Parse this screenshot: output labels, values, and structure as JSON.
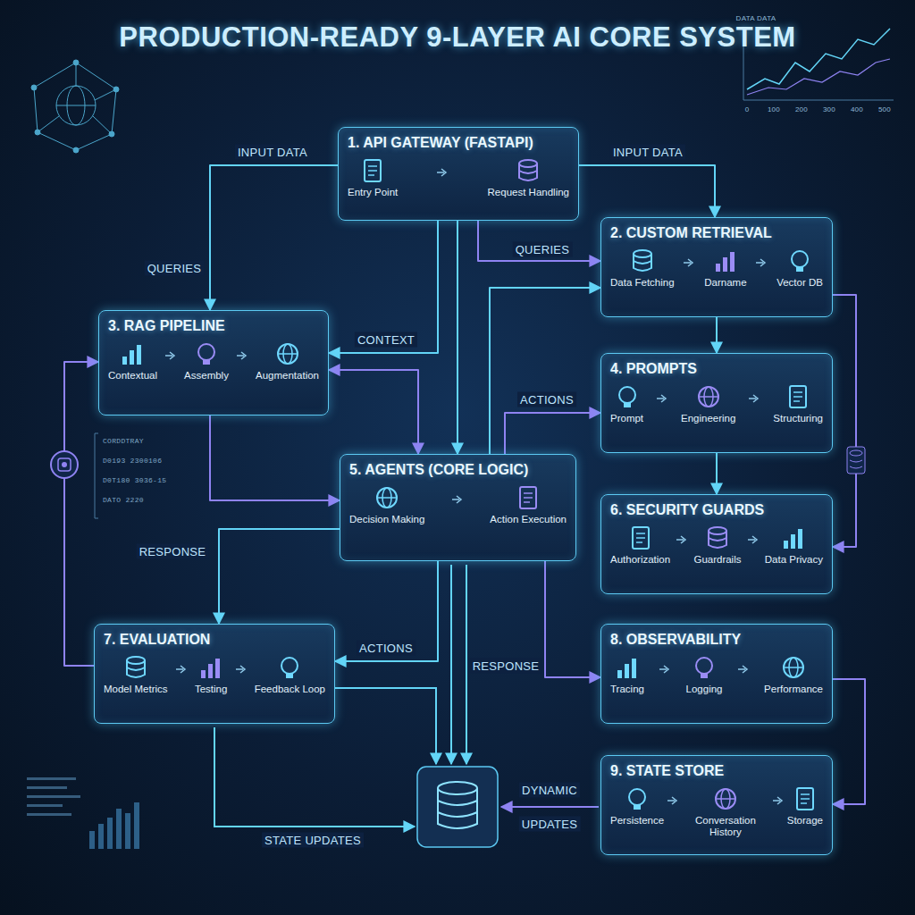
{
  "diagram": {
    "title": "PRODUCTION-READY 9-LAYER AI CORE SYSTEM",
    "nodes": [
      {
        "text": [
          "1. API GATEWAY (FASTAPI)",
          "Entry Point",
          "Request Handling"
        ]
      },
      {
        "text": [
          "2. CUSTOM RETRIEVAL",
          "Data Fetching",
          "Darname",
          "Vector DB"
        ]
      },
      {
        "text": [
          "3. RAG PIPELINE",
          "Contextual",
          "Assembly",
          "Augmentation"
        ]
      },
      {
        "text": [
          "4. PROMPTS",
          "Prompt",
          "Engineering",
          "Structuring"
        ]
      },
      {
        "text": [
          "5. AGENTS (CORE LOGIC)",
          "Decision Making",
          "Action Execution"
        ]
      },
      {
        "text": [
          "6. SECURITY GUARDS",
          "Authorization",
          "Guardrails",
          "Data Privacy"
        ]
      },
      {
        "text": [
          "7. EVALUATION",
          "Model Metrics",
          "Testing",
          "Feedback Loop"
        ]
      },
      {
        "text": [
          "8. OBSERVABILITY",
          "Tracing",
          "Logging",
          "Performance"
        ]
      },
      {
        "text": [
          "9. STATE STORE",
          "Persistence",
          "Conversation History",
          "Storage"
        ]
      }
    ],
    "edges": [
      {
        "from": 0,
        "to": 2,
        "arrow": "to",
        "label": "QUERIES"
      },
      {
        "from": 0,
        "to": 1,
        "arrow": "to",
        "label": "INPUT DATA"
      },
      {
        "from": 0,
        "to": 1,
        "arrow": "to",
        "label": "QUERIES"
      },
      {
        "from": 1,
        "to": 3,
        "arrow": "to"
      },
      {
        "from": 3,
        "to": 5,
        "arrow": "to"
      },
      {
        "from": 1,
        "to": 5,
        "arrow": "to"
      },
      {
        "from": 0,
        "to": 4,
        "arrow": "to"
      },
      {
        "from": 0,
        "to": 2,
        "arrow": "to",
        "label": "CONTEXT"
      },
      {
        "from": 2,
        "to": 4,
        "arrow": "both"
      },
      {
        "from": 4,
        "to": 1,
        "arrow": "to"
      },
      {
        "from": 4,
        "to": 3,
        "arrow": "to",
        "label": "ACTIONS"
      },
      {
        "from": 2,
        "to": 4,
        "arrow": "to"
      },
      {
        "from": 4,
        "to": 6,
        "arrow": "to",
        "label": "RESPONSE"
      },
      {
        "from": 4,
        "to": 6,
        "arrow": "to",
        "label": "ACTIONS"
      },
      {
        "from": 6,
        "to": 2,
        "arrow": "to"
      },
      {
        "from": 4,
        "to": 7,
        "arrow": "to",
        "label": "RESPONSE"
      },
      {
        "from": 7,
        "to": 8,
        "arrow": "to"
      }
    ],
    "labels": [
      "INPUT DATA",
      "STATE UPDATES",
      "DYNAMIC",
      "UPDATES",
      "DATA DATA",
      "0",
      "100",
      "200",
      "300",
      "400",
      "500",
      "CORDDTRAY",
      "D0193 2300106",
      "D0T180 3036-15",
      "DATO 2220"
    ]
  }
}
